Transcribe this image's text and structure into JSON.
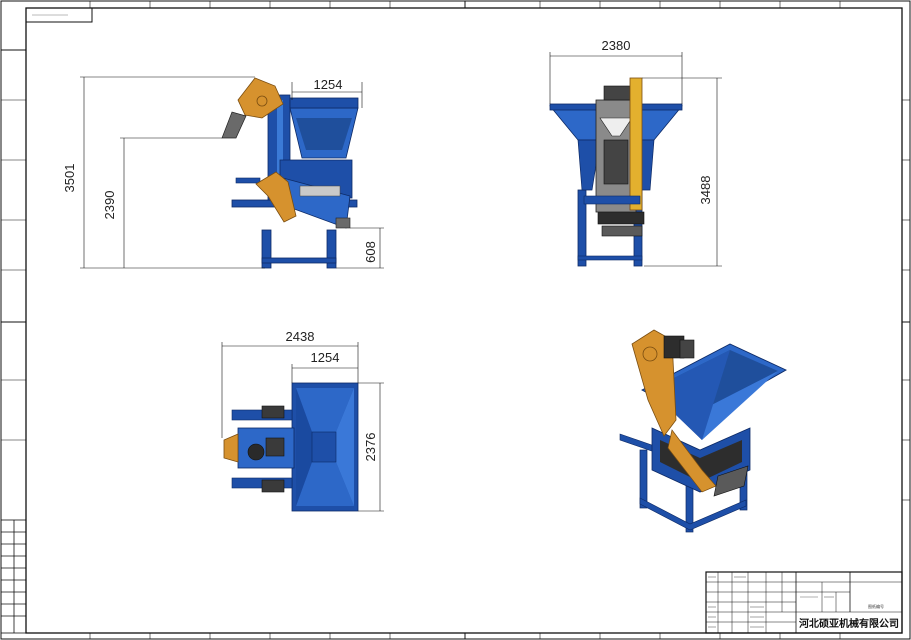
{
  "sheet": {
    "company_name": "河北硕亚机械有限公司",
    "drawing_code": "图纸编号"
  },
  "views": {
    "side": {
      "overall_height": "3501",
      "feed_height": "2390",
      "hopper_width": "1254",
      "discharge_height": "608"
    },
    "front": {
      "width": "2380",
      "height": "3488"
    },
    "top": {
      "overall_length": "2438",
      "hopper_width": "1254",
      "depth": "2376"
    }
  },
  "colors": {
    "frame_blue": "#1e4fa8",
    "hopper_blue": "#2d68c8",
    "elevator_orange": "#d6922e",
    "screen_gray": "#8a8a8a",
    "line": "#111111"
  }
}
